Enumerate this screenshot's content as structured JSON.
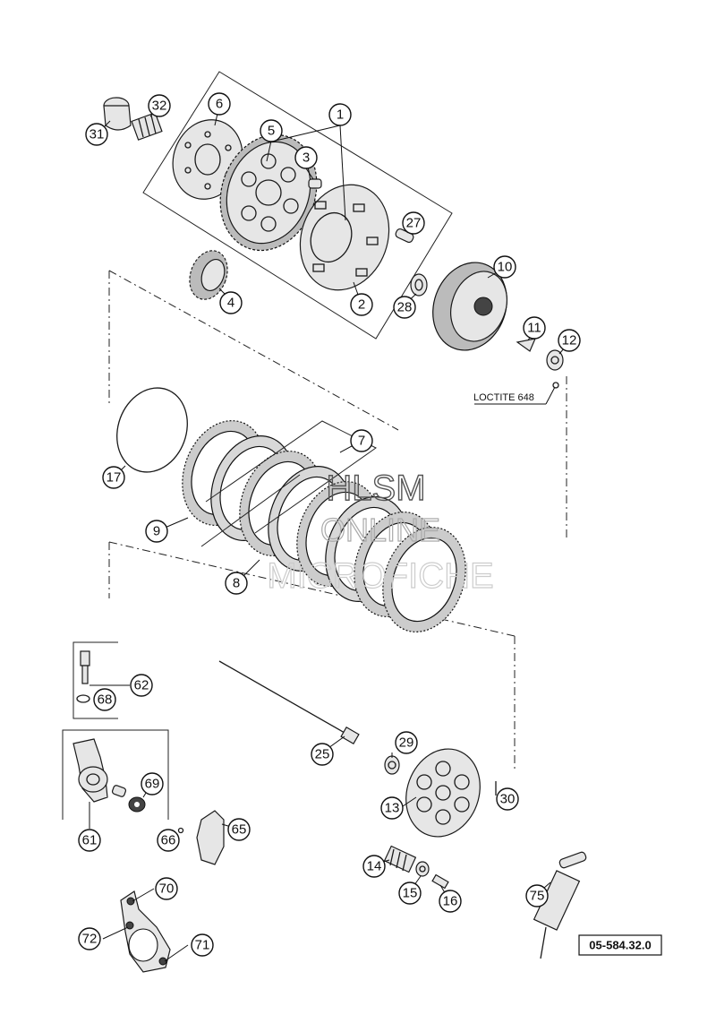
{
  "callouts": [
    "1",
    "2",
    "3",
    "4",
    "5",
    "6",
    "7",
    "8",
    "9",
    "10",
    "11",
    "12",
    "13",
    "14",
    "15",
    "16",
    "17",
    "25",
    "27",
    "28",
    "29",
    "30",
    "31",
    "32",
    "61",
    "62",
    "65",
    "66",
    "68",
    "69",
    "70",
    "71",
    "72",
    "75"
  ],
  "annotation": "LOCTITE 648",
  "reference_number": "05-584.32.0",
  "watermark": {
    "line1": "HLSM",
    "line2": "ONLINE",
    "line3": "MICROFICHE"
  }
}
